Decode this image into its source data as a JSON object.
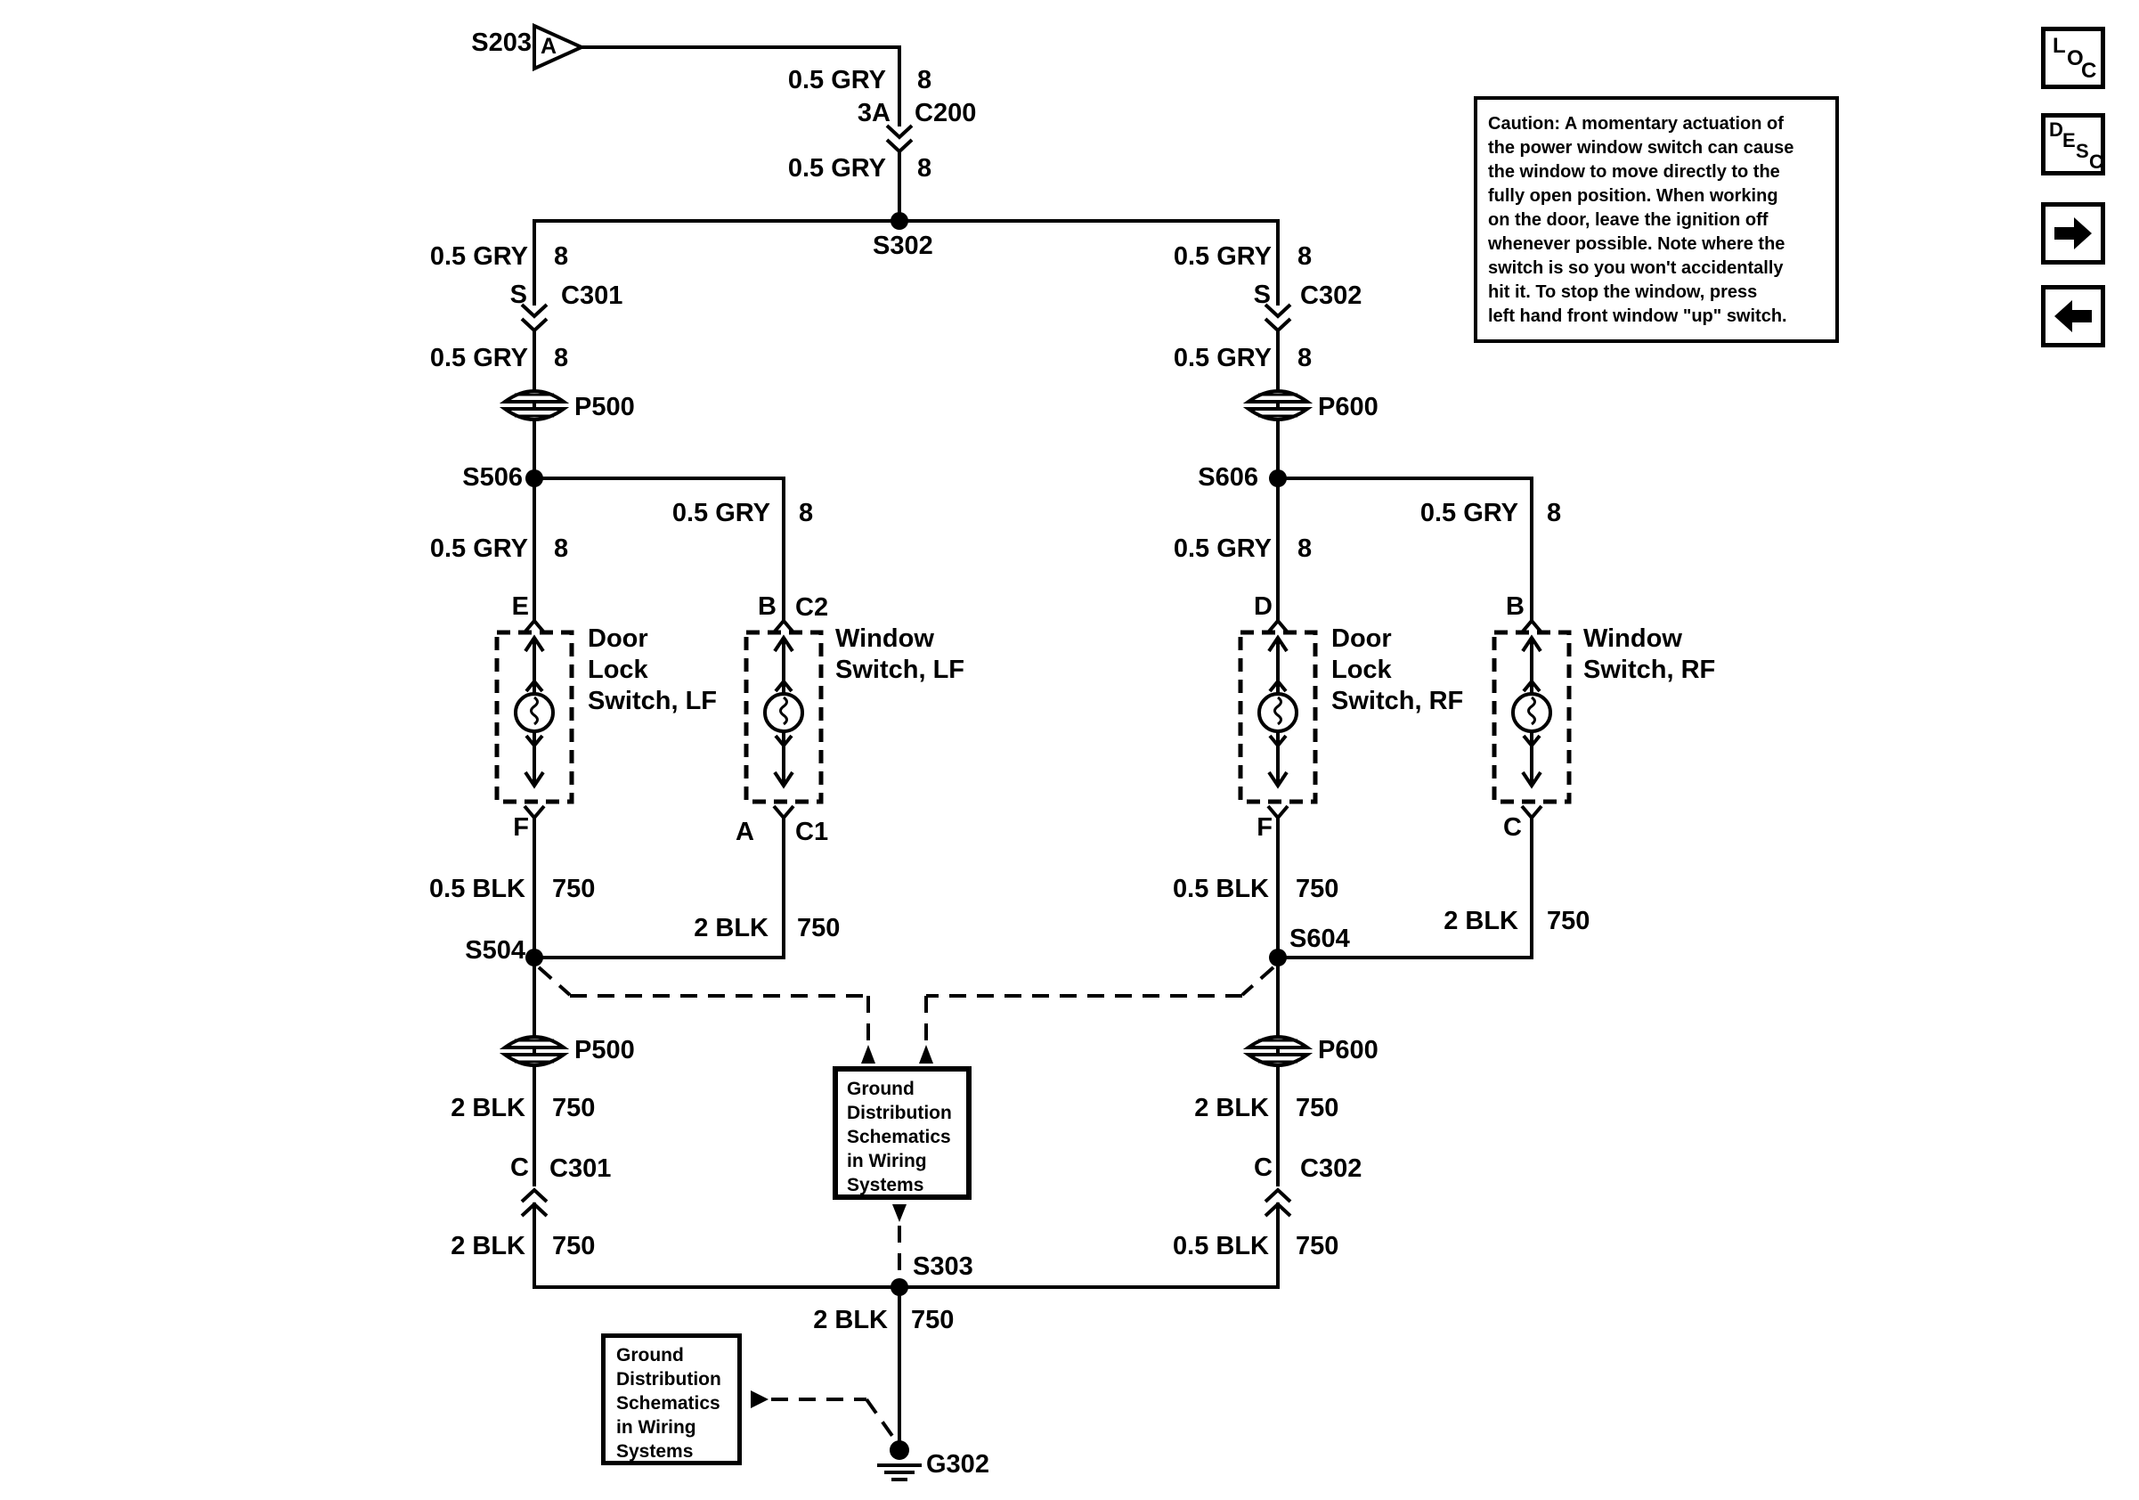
{
  "source": {
    "name": "S203",
    "pin": "A"
  },
  "labels": {
    "gry": "0.5 GRY",
    "blk2": "2 BLK",
    "blk05": "0.5 BLK",
    "ckt8": "8",
    "ckt750": "750"
  },
  "connectors": {
    "c200": {
      "pin": "3A",
      "name": "C200"
    },
    "c301_top": {
      "pin": "S",
      "name": "C301"
    },
    "c302_top": {
      "pin": "S",
      "name": "C302"
    },
    "c301_bottom": {
      "pin": "C",
      "name": "C301"
    },
    "c302_bottom": {
      "pin": "C",
      "name": "C302"
    }
  },
  "splices": {
    "s302": "S302",
    "s506": "S506",
    "s606": "S606",
    "s504": "S504",
    "s604": "S604",
    "s303": "S303"
  },
  "grommets": {
    "p500": "P500",
    "p600": "P600"
  },
  "ground": {
    "name": "G302"
  },
  "components": {
    "door_lock_lf": {
      "lines": [
        "Door",
        "Lock",
        "Switch, LF"
      ],
      "pin_top": "E",
      "pin_bottom": "F"
    },
    "window_lf": {
      "lines": [
        "Window",
        "Switch, LF"
      ],
      "pin_top": "B",
      "conn_top": "C2",
      "pin_bottom": "A",
      "conn_bottom": "C1"
    },
    "door_lock_rf": {
      "lines": [
        "Door",
        "Lock",
        "Switch, RF"
      ],
      "pin_top": "D",
      "pin_bottom": "F"
    },
    "window_rf": {
      "lines": [
        "Window",
        "Switch, RF"
      ],
      "pin_top": "B",
      "pin_bottom": "C"
    }
  },
  "caution": {
    "lines": [
      "Caution: A momentary actuation of",
      "the power window switch can cause",
      "the window to move directly to the",
      "fully open position. When working",
      "on the door, leave the ignition off",
      "whenever possible. Note where the",
      "switch is so you won't accidentally",
      "hit it. To stop the window, press",
      "left hand front window \"up\" switch."
    ]
  },
  "ground_ref": {
    "lines": [
      "Ground",
      "Distribution",
      "Schematics",
      "in Wiring",
      "Systems"
    ]
  },
  "nav": {
    "loc": [
      "L",
      "O",
      "C"
    ],
    "desc": [
      "D",
      "E",
      "S",
      "C"
    ]
  }
}
